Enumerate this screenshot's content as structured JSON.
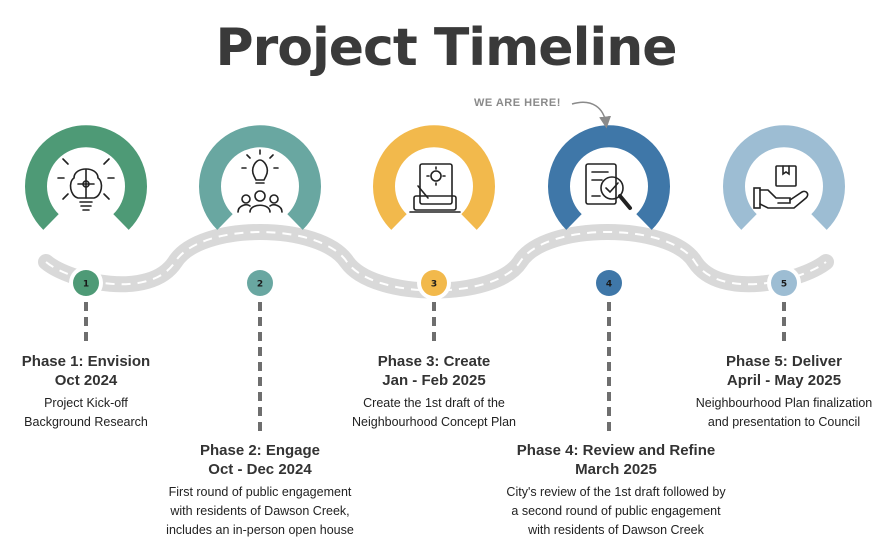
{
  "title": "Project Timeline",
  "marker_label": "WE ARE HERE!",
  "colors": {
    "phase1": "#4e9a76",
    "phase2": "#69a7a1",
    "phase3": "#f2b94c",
    "phase4": "#3f77a8",
    "phase5": "#9dbdd3",
    "road": "#d9d9d9",
    "dash": "#6e6e6e"
  },
  "phases": [
    {
      "number": "1",
      "title": "Phase 1: Envision",
      "date": "Oct 2024",
      "description": [
        "Project Kick-off",
        "Background Research"
      ],
      "icon": "brain-puzzle-icon"
    },
    {
      "number": "2",
      "title": "Phase 2: Engage",
      "date": "Oct - Dec 2024",
      "description": [
        "First round of public engagement",
        "with residents of Dawson Creek,",
        "includes an in-person open house"
      ],
      "icon": "people-lightbulb-icon"
    },
    {
      "number": "3",
      "title": "Phase 3: Create",
      "date": "Jan - Feb 2025",
      "description": [
        "Create the 1st draft of the",
        "Neighbourhood Concept Plan"
      ],
      "icon": "design-laptop-icon"
    },
    {
      "number": "4",
      "title": "Phase 4: Review and Refine",
      "date": "March 2025",
      "description": [
        "City's review of the 1st draft followed by",
        "a second round of public engagement",
        "with residents of Dawson Creek"
      ],
      "icon": "document-review-icon"
    },
    {
      "number": "5",
      "title": "Phase 5: Deliver",
      "date": "April - May 2025",
      "description": [
        "Neighbourhood Plan finalization",
        "and presentation to Council"
      ],
      "icon": "hand-box-icon"
    }
  ]
}
